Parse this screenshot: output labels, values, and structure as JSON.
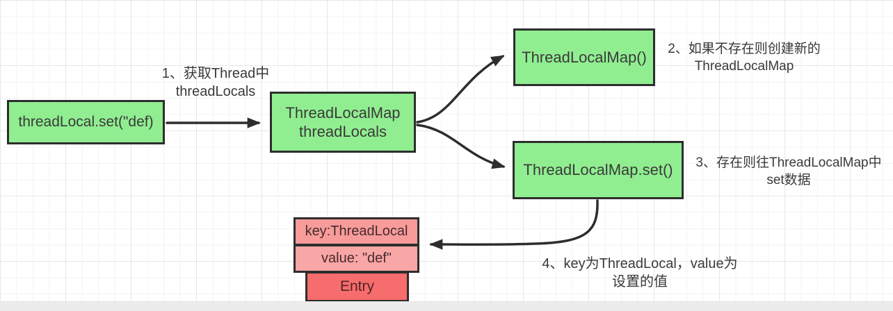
{
  "nodes": {
    "start": {
      "label": "threadLocal.set(\"def)"
    },
    "thread_locals": {
      "line1": "ThreadLocalMap",
      "line2": "threadLocals"
    },
    "create_map": {
      "label": "ThreadLocalMap()"
    },
    "map_set": {
      "label": "ThreadLocalMap.set()"
    },
    "entry": {
      "key": "key:ThreadLocal",
      "value": "value: \"def\"",
      "label": "Entry"
    }
  },
  "annotations": {
    "step1": {
      "line1": "1、获取Thread中",
      "line2": "threadLocals"
    },
    "step2": {
      "line1": "2、如果不存在则创建新的",
      "line2": "ThreadLocalMap"
    },
    "step3": {
      "line1": "3、存在则往ThreadLocalMap中",
      "line2": "set数据"
    },
    "step4": {
      "line1": "4、key为ThreadLocal，value为",
      "line2": "设置的值"
    }
  },
  "colors": {
    "node_green": "#90ee90",
    "entry_pink": "#f79b9b",
    "entry_pink_light": "#f9a6a6",
    "entry_red": "#f76c6c",
    "border": "#2d2d2d",
    "text": "#3a3a3a",
    "arrow": "#2d2d2d"
  }
}
